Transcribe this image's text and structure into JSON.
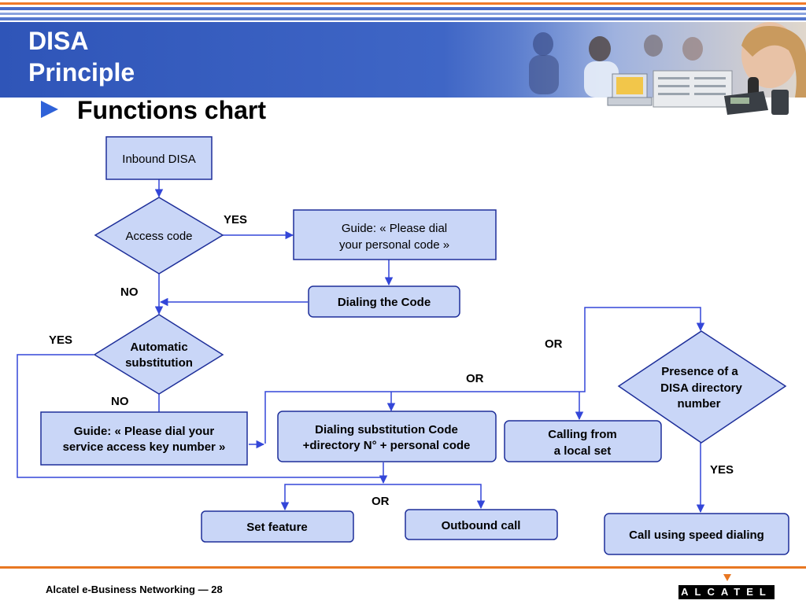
{
  "header": {
    "title_line1": "DISA",
    "title_line2": "Principle",
    "subtitle": "Functions chart"
  },
  "colors": {
    "banner_blue": "#3a62c2",
    "node_fill": "#c9d6f7",
    "node_border": "#1e2f9a",
    "arrow": "#3346d8",
    "footer_rule": "#e87722"
  },
  "flow": {
    "nodes": {
      "inbound_disa": "Inbound DISA",
      "access_code": "Access code",
      "guide_personal": [
        "Guide: « Please dial",
        "your  personal code »"
      ],
      "dialing_code": "Dialing the Code",
      "automatic_substitution": [
        "Automatic",
        "substitution"
      ],
      "guide_service": [
        "Guide: « Please dial your",
        "service access key number »"
      ],
      "dialing_substitution": [
        "Dialing substitution Code",
        "+directory N°  + personal code"
      ],
      "calling_local": [
        "Calling from",
        "a local set"
      ],
      "presence_disa": [
        "Presence of a",
        "DISA directory",
        "number"
      ],
      "set_feature": "Set feature",
      "outbound_call": "Outbound call",
      "call_speed_dialing": "Call using speed dialing"
    },
    "labels": {
      "yes_access": "YES",
      "no_access": "NO",
      "yes_auto": "YES",
      "no_auto": "NO",
      "or_top": "OR",
      "or_mid": "OR",
      "or_bottom": "OR",
      "yes_presence": "YES"
    }
  },
  "footer": {
    "text": "Alcatel e-Business Networking — 28",
    "logo": "ALCATEL"
  }
}
